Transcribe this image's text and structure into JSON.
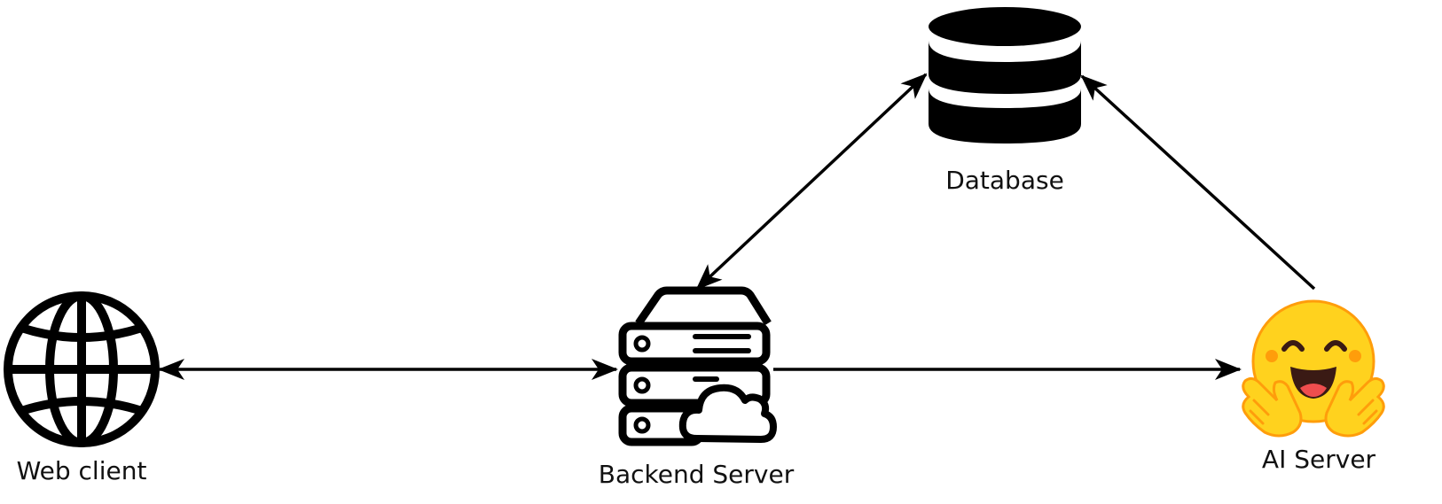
{
  "nodes": {
    "database": {
      "label": "Database",
      "icon": "database-icon"
    },
    "web_client": {
      "label": "Web client",
      "icon": "globe-icon"
    },
    "backend_server": {
      "label": "Backend Server",
      "icon": "server-cloud-icon"
    },
    "ai_server": {
      "label": "AI Server",
      "icon": "hugging-face-icon"
    }
  },
  "edges": [
    {
      "from": "web_client",
      "to": "backend_server",
      "direction": "both"
    },
    {
      "from": "backend_server",
      "to": "ai_server",
      "direction": "forward"
    },
    {
      "from": "backend_server",
      "to": "database",
      "direction": "both"
    },
    {
      "from": "ai_server",
      "to": "database",
      "direction": "forward"
    }
  ],
  "colors": {
    "stroke": "#000000",
    "emoji_face": "#FFD21E",
    "emoji_outline": "#FF9D0B",
    "emoji_mouth": "#3A1A14",
    "emoji_tongue": "#EF4E4E"
  }
}
